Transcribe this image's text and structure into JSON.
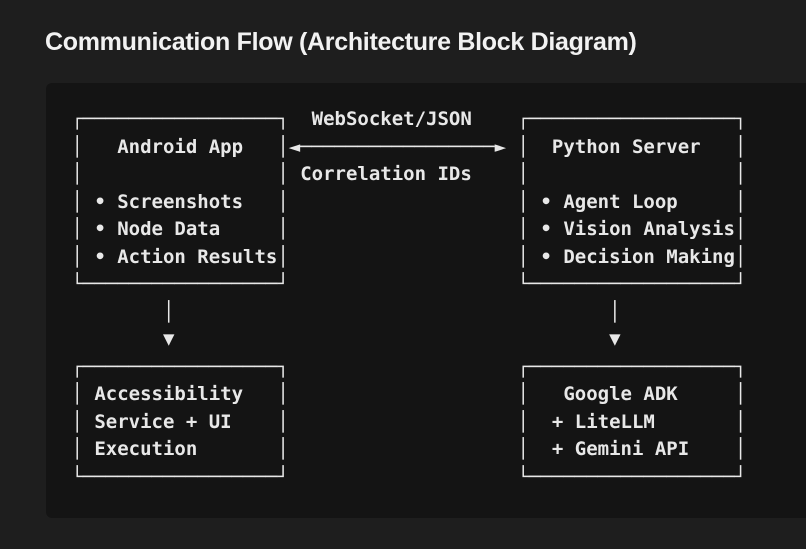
{
  "page": {
    "title": "Communication Flow (Architecture Block Diagram)"
  },
  "colors": {
    "page_bg": "#1e1e1e",
    "code_panel_bg": "#141414",
    "diagram_text": "#e8e8e8",
    "title_text": "#f2f2f2"
  },
  "diagram": {
    "connection": {
      "protocol_label": "WebSocket/JSON",
      "sub_label": "Correlation IDs",
      "arrow": "bidirectional"
    },
    "nodes": {
      "android_app": {
        "title": "Android App",
        "items": [
          "Screenshots",
          "Node Data",
          "Action Results"
        ]
      },
      "python_server": {
        "title": "Python Server",
        "items": [
          "Agent Loop",
          "Vision Analysis",
          "Decision Making"
        ]
      },
      "android_app_child": {
        "lines": [
          "Accessibility",
          "Service + UI",
          "Execution"
        ]
      },
      "python_server_child": {
        "lines": [
          "Google ADK",
          "+ LiteLLM",
          "+ Gemini API"
        ]
      }
    },
    "ascii_lines": [
      " ┌─────────────────┐  WebSocket/JSON    ┌──────────────────┐",
      " │   Android App   │◄─────────────────► │  Python Server   │",
      " │                 │ Correlation IDs    │                  │",
      " │ • Screenshots   │                    │ • Agent Loop     │",
      " │ • Node Data     │                    │ • Vision Analysis│",
      " │ • Action Results│                    │ • Decision Making│",
      " └─────────────────┘                    └──────────────────┘",
      "         │                                      │",
      "         ▼                                      ▼",
      " ┌─────────────────┐                    ┌──────────────────┐",
      " │ Accessibility   │                    │   Google ADK     │",
      " │ Service + UI    │                    │  + LiteLLM       │",
      " │ Execution       │                    │  + Gemini API    │",
      " └─────────────────┘                    └──────────────────┘"
    ]
  }
}
